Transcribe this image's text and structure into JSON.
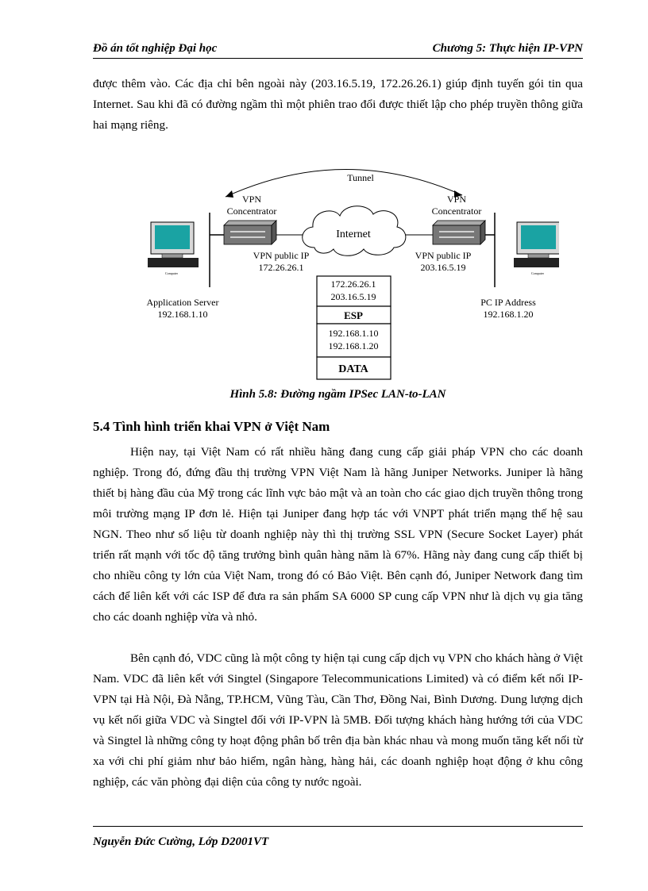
{
  "header": {
    "left": "Đồ án tốt nghiệp Đại học",
    "right": "Chương 5: Thực hiện IP-VPN"
  },
  "intro_paragraph": "được thêm vào. Các địa chỉ bên ngoài này (203.16.5.19, 172.26.26.1) giúp định tuyến gói tin qua Internet. Sau khi đã có đường ngầm thì một phiên trao đổi được thiết lập cho phép truyền thông giữa hai mạng riêng.",
  "figure": {
    "tunnel_label": "Tunnel",
    "internet_label": "Internet",
    "left_concentrator_line1": "VPN",
    "left_concentrator_line2": "Concentrator",
    "right_concentrator_line1": "VPN",
    "right_concentrator_line2": "Concentrator",
    "left_public_ip_label": "VPN public IP",
    "left_public_ip": "172.26.26.1",
    "right_public_ip_label": "VPN public IP",
    "right_public_ip": "203.16.5.19",
    "left_host_label": "Application Server",
    "left_host_ip": "192.168.1.10",
    "right_host_label": "PC IP Address",
    "right_host_ip": "192.168.1.20",
    "computer_caption": "Computer",
    "packet": {
      "outer_src": "172.26.26.1",
      "outer_dst": "203.16.5.19",
      "esp": "ESP",
      "inner_src": "192.168.1.10",
      "inner_dst": "192.168.1.20",
      "data": "DATA"
    }
  },
  "caption": "Hình 5.8: Đường ngầm IPSec LAN-to-LAN",
  "section_title": "5.4 Tình hình triển khai VPN ở Việt Nam",
  "paragraph_2": "Hiện nay, tại Việt Nam có rất nhiều hãng đang cung cấp giải pháp VPN cho các doanh nghiệp. Trong đó, đứng đầu thị trường VPN Việt Nam là hãng Juniper Networks. Juniper là hãng thiết bị hàng đầu của Mỹ trong các lĩnh vực bảo mật và an toàn cho các giao dịch truyền thông trong môi trường mạng IP đơn lẻ. Hiện tại Juniper đang hợp tác với VNPT phát triển mạng thế hệ sau NGN. Theo như số liệu từ doanh nghiệp này thì thị trường SSL VPN (Secure Socket Layer) phát triển rất mạnh với tốc độ tăng trưởng bình quân hàng năm là 67%. Hãng này đang cung cấp thiết bị cho nhiều công ty lớn của Việt Nam, trong đó có Bảo Việt. Bên cạnh đó, Juniper Network đang tìm cách để liên kết với các ISP để đưa ra sản phẩm SA 6000 SP cung cấp VPN như là dịch vụ gia tăng cho các doanh nghiệp vừa và nhỏ.",
  "paragraph_3": "Bên cạnh đó, VDC cũng là một công ty hiện tại cung cấp dịch vụ VPN cho khách hàng ở Việt Nam. VDC đã liên kết với Singtel (Singapore Telecommunications Limited) và có điểm kết nối IP-VPN tại Hà Nội, Đà Nẵng, TP.HCM, Vũng Tàu, Cần Thơ, Đồng Nai, Bình Dương. Dung lượng dịch vụ kết nối giữa VDC và Singtel đối với IP-VPN là 5MB. Đối tượng khách hàng hướng tới của VDC và Singtel là những công ty hoạt động phân bố trên địa bàn khác nhau và mong muốn tăng kết nối từ xa với chi phí giảm như bảo hiểm, ngân hàng, hàng hải, các doanh nghiệp hoạt động ở khu công nghiệp, các văn phòng đại diện của công ty nước ngoài.",
  "footer": "Nguyễn Đức Cường, Lớp D2001VT"
}
